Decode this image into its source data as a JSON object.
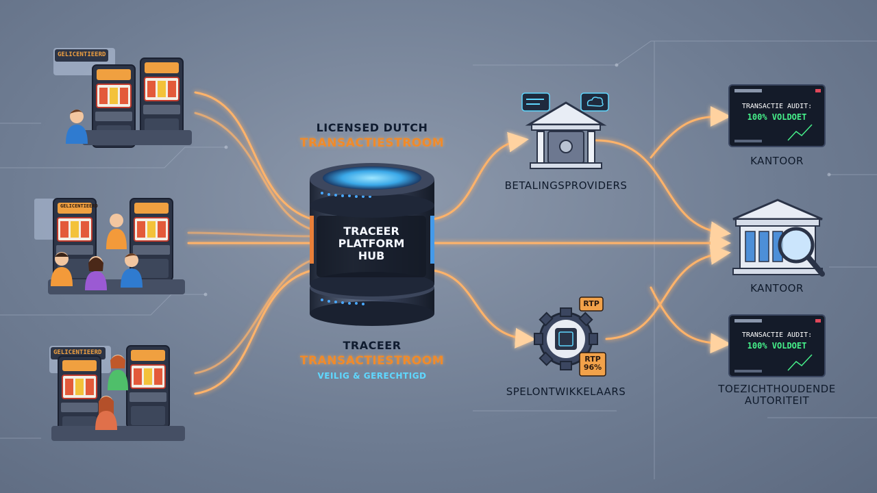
{
  "center": {
    "top_line1": "LICENSED DUTCH",
    "top_line2": "TRANSACTIESTROOM",
    "hub_line1": "TRACEER",
    "hub_line2": "PLATFORM",
    "hub_line3": "HUB",
    "bottom_line1": "TRACEER",
    "bottom_line2": "TRANSACTIESTROOM",
    "bottom_line3": "VEILIG & GERECHTIGD"
  },
  "casinos": [
    {
      "sign": "GELICENTIEERD"
    },
    {
      "sign": "GELICENTIEERD"
    },
    {
      "sign": "GELICENTIEERD"
    }
  ],
  "middle_nodes": {
    "payments": "BETALINGSPROVIDERS",
    "developers": "SPELONTWIKKELAARS",
    "rtp_badge1": "RTP",
    "rtp_badge2_line1": "RTP",
    "rtp_badge2_line2": "96%"
  },
  "right_nodes": {
    "top_label": "KANTOOR",
    "middle_label": "KANTOOR",
    "bottom_label_line1": "TOEZICHTHOUDENDE",
    "bottom_label_line2": "AUTORITEIT",
    "audit_title": "TRANSACTIE AUDIT:",
    "audit_value": "100% VOLDOET"
  },
  "colors": {
    "flow": "#ffb36b",
    "flow_glow": "#ff8a3a",
    "hub_body": "#2a3347",
    "accent_cyan": "#5fd8ff",
    "accent_orange": "#f08a2a",
    "audit_green": "#46f08a"
  }
}
